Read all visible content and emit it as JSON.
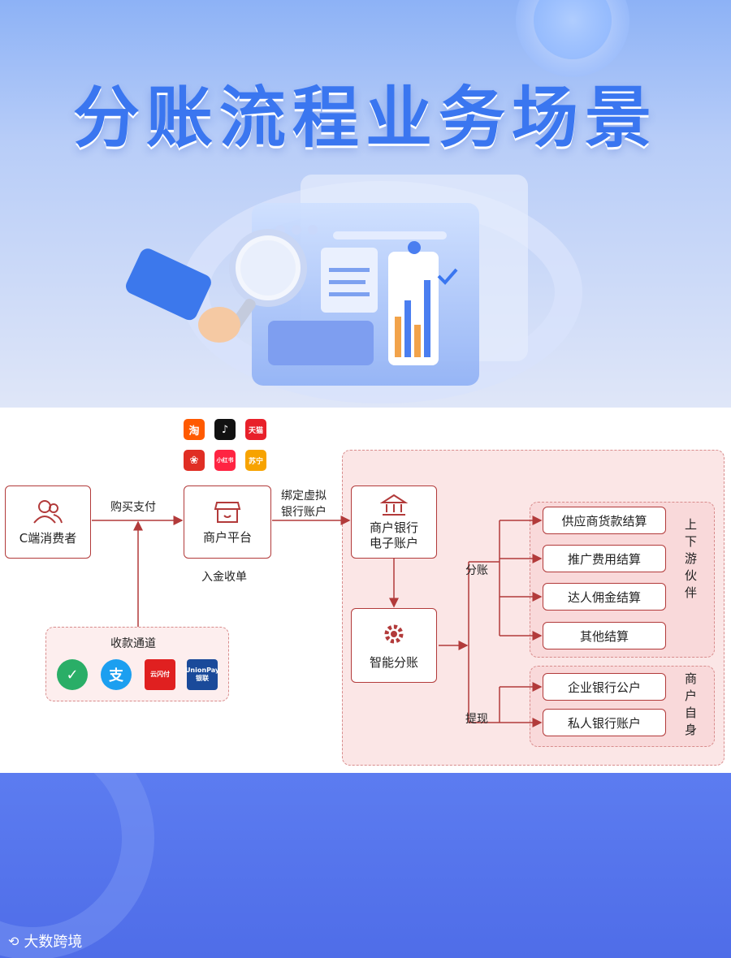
{
  "hero": {
    "title": "分账流程业务场景"
  },
  "nodes": {
    "consumer": "C端消费者",
    "merchant_platform": "商户平台",
    "bank_account": [
      "商户银行",
      "电子账户"
    ],
    "smart_split": "智能分账",
    "supplier": "供应商货款结算",
    "promotion": "推广费用结算",
    "influencer": "达人佣金结算",
    "other": "其他结算",
    "corp_bank": "企业银行公户",
    "personal_bank": "私人银行账户"
  },
  "edges": {
    "purchase": "购买支付",
    "bind": [
      "绑定虚拟",
      "银行账户"
    ],
    "income": "入金收单",
    "split": "分账",
    "withdraw": "提现"
  },
  "groups": {
    "channel": "收款通道",
    "partners": "上下游伙伴",
    "self": "商户自身"
  },
  "apps": [
    {
      "name": "taobao-icon",
      "label": "淘",
      "color": "#ff5a00"
    },
    {
      "name": "douyin-icon",
      "label": "♪",
      "color": "#111111"
    },
    {
      "name": "tmall-icon",
      "label": "天猫",
      "color": "#e8202a"
    },
    {
      "name": "pinduoduo-icon",
      "label": "❀",
      "color": "#e02e24"
    },
    {
      "name": "xiaohongshu-icon",
      "label": "小红书",
      "color": "#ff2442"
    },
    {
      "name": "suning-icon",
      "label": "苏宁",
      "color": "#f7a300"
    }
  ],
  "payments": [
    {
      "name": "wechat-pay-icon",
      "label": "✓",
      "color": "#2aae67"
    },
    {
      "name": "alipay-icon",
      "label": "支",
      "color": "#1c9ff0"
    },
    {
      "name": "cloud-pay-icon",
      "label": "云闪付",
      "color": "#e02020"
    },
    {
      "name": "unionpay-icon",
      "label": "UnionPay 银联",
      "color": "#1a4a9a"
    }
  ],
  "footer": {
    "brand": "大数跨境"
  },
  "colors": {
    "accent": "#b23a3a",
    "hero_blue": "#3a76f0",
    "panel": "#fbe6e6"
  }
}
